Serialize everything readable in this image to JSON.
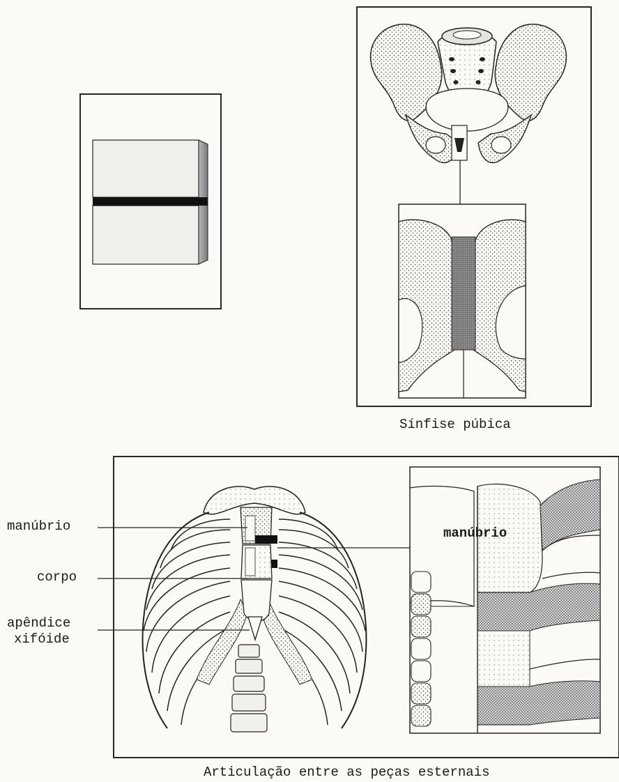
{
  "top_right_caption": "Sínfise púbica",
  "bottom_caption": "Articulação entre as peças esternais",
  "labels": {
    "manubrio": "manúbrio",
    "corpo": "corpo",
    "apendice_line1": "apêndice",
    "apendice_line2": "xifóide",
    "inset_manubrio": "manúbrio"
  }
}
